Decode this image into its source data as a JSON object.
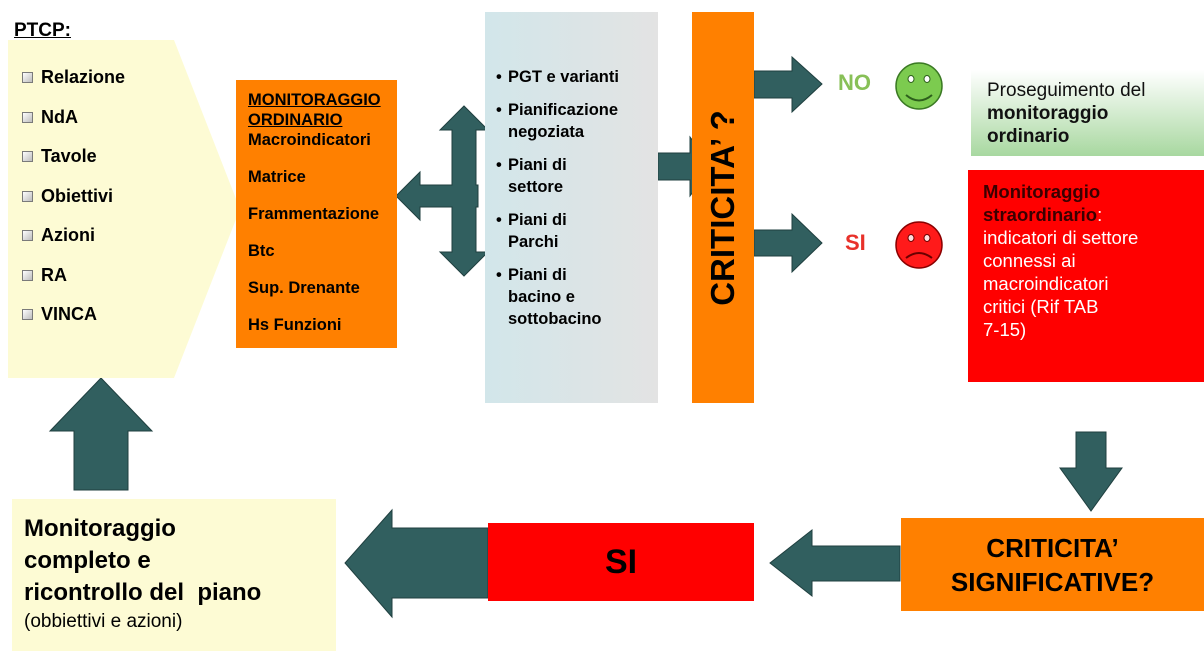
{
  "ptcp": {
    "title": "PTCP:",
    "items": [
      "Relazione",
      "NdA",
      "Tavole",
      "Obiettivi",
      "Azioni",
      "RA",
      "VINCA"
    ]
  },
  "monitoraggio_ordinario": {
    "title_line1": "MONITORAGGIO",
    "title_line2": "ORDINARIO",
    "items": [
      "Macroindicatori",
      "Matrice",
      "Frammentazione",
      "Btc",
      "Sup. Drenante",
      "Hs Funzioni"
    ]
  },
  "piani": {
    "items": [
      {
        "line1": "PGT e varianti",
        "line2": ""
      },
      {
        "line1": "Pianificazione",
        "line2": "negoziata"
      },
      {
        "line1": "Piani di",
        "line2": "settore"
      },
      {
        "line1": "Piani di",
        "line2": "Parchi"
      },
      {
        "line1": "Piani di",
        "line2": "bacino e",
        "line3": "sottobacino"
      }
    ]
  },
  "criticita": {
    "label": "CRITICITA’ ?"
  },
  "no_branch": {
    "label": "NO",
    "text_line1": "Proseguimento del",
    "text_line2": "monitoraggio",
    "text_line3": "ordinario"
  },
  "si_branch": {
    "label": "SI",
    "bold_line1": "Monitoraggio",
    "bold_line2": "straordinario",
    "colon": ":",
    "lines": [
      "indicatori di settore",
      "connessi ai",
      "macroindicatori",
      "critici (Rif TAB",
      "7-15)"
    ]
  },
  "criticita_significative": {
    "line1": "CRITICITA’",
    "line2": "SIGNIFICATIVE?"
  },
  "si_result": {
    "label": "SI"
  },
  "final": {
    "line1": "Monitoraggio",
    "line2": "completo e",
    "line3": "ricontrollo del  piano",
    "sub": "(obbiettivi e azioni)"
  },
  "colors": {
    "orange": "#ff8000",
    "red": "#ff0000",
    "arrow": "#315f5f",
    "cream": "#fdfbd4",
    "no_green": "#88c057",
    "si_red": "#e8312a"
  }
}
